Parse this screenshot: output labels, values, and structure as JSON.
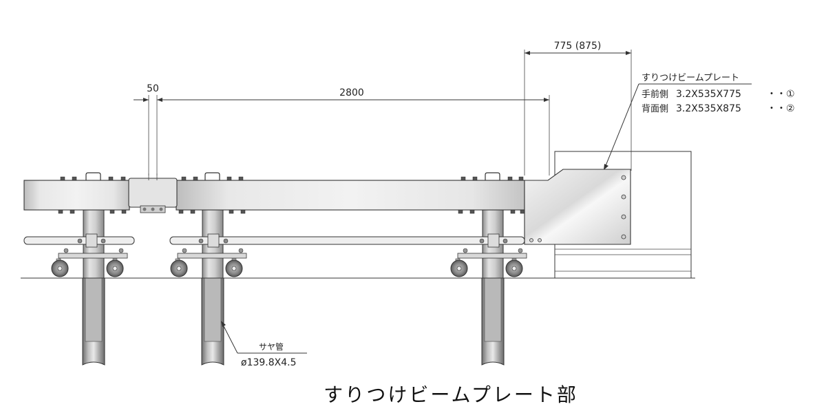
{
  "dimensions": {
    "top_width": "775 (875)",
    "gap": "50",
    "span": "2800"
  },
  "plate_note": {
    "title": "すりつけビームプレート",
    "front_label": "手前側",
    "front_spec": "3.2X535X775",
    "front_ref": "・・①",
    "back_label": "背面側",
    "back_spec": "3.2X535X875",
    "back_ref": "・・②"
  },
  "pipe_note": {
    "label": "サヤ管",
    "spec": "ø139.8X4.5"
  },
  "drawing_title": "すりつけビームプレート部",
  "colors": {
    "line": "#333333",
    "steel_light": "#efefef",
    "steel_mid": "#c9c9c9",
    "steel_dark": "#9a9a9a"
  }
}
